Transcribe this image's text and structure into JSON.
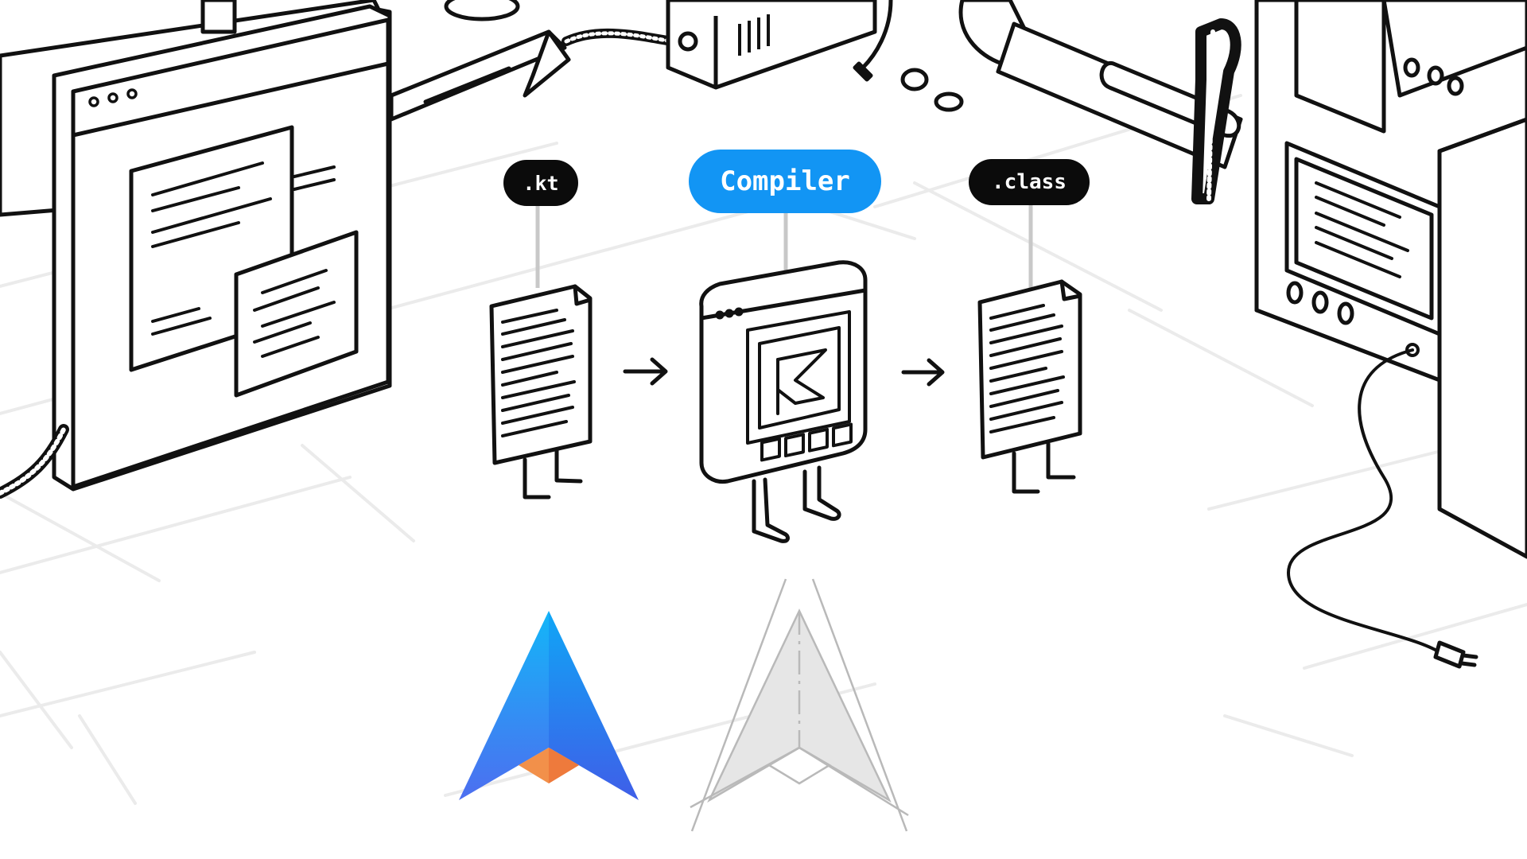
{
  "diagram": {
    "source_label": ".kt",
    "compiler_label": "Compiler",
    "output_label": ".class"
  },
  "colors": {
    "accent_blue": "#1295f4",
    "label_black": "#0b0b0b",
    "line_black": "#111111",
    "grid_gray": "#ebebeb",
    "guide_gray": "#b9b9b9",
    "logo_gradient_top": "#13b6f8",
    "logo_gradient_bottom": "#4d6ef0",
    "logo_accent_orange": "#f2904a"
  }
}
